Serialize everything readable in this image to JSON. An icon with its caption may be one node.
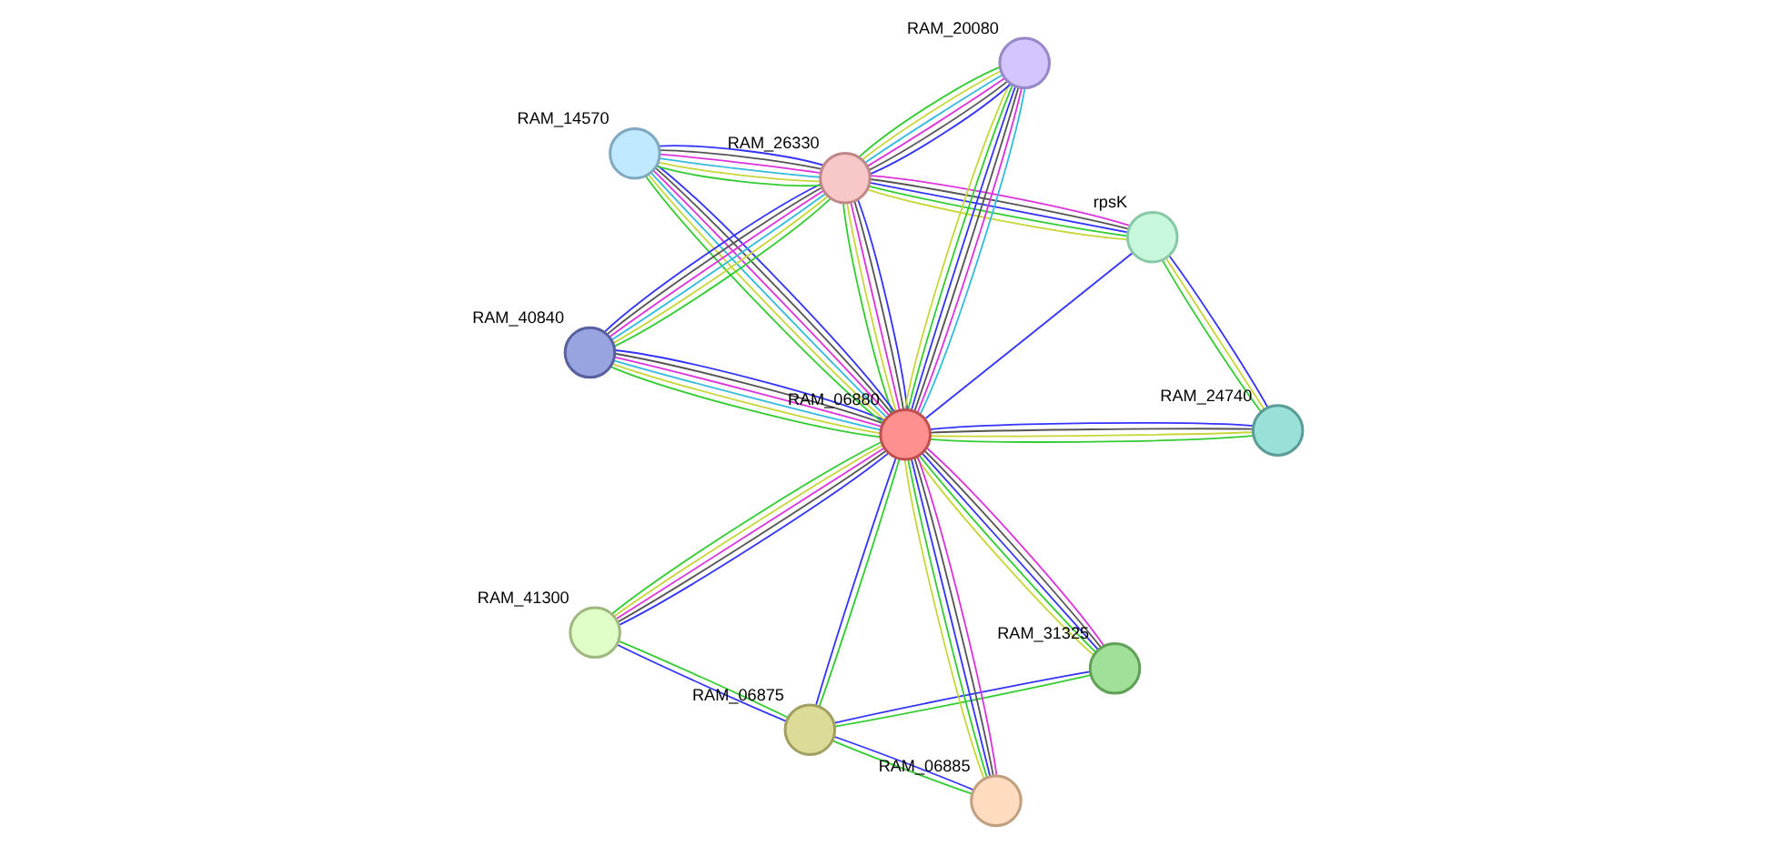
{
  "diagram": {
    "nodes": [
      {
        "text": [],
        "shape": "circle",
        "beside": [
          "RAM_24740"
        ]
      },
      {
        "text": [],
        "shape": "circle",
        "beside": [
          "RAM_41300"
        ]
      },
      {
        "text": [],
        "shape": "circle",
        "beside": [
          "rpsK"
        ]
      },
      {
        "text": [],
        "shape": "circle",
        "beside": [
          "RAM_06875"
        ]
      },
      {
        "text": [],
        "shape": "circle",
        "beside": [
          "RAM_40840"
        ]
      },
      {
        "text": [],
        "shape": "circle",
        "beside": [
          "RAM_06880"
        ]
      },
      {
        "text": [],
        "shape": "circle",
        "beside": [
          "RAM_31325"
        ]
      },
      {
        "text": [],
        "shape": "circle",
        "beside": [
          "RAM_26330"
        ]
      },
      {
        "text": [],
        "shape": "circle",
        "beside": [
          "RAM_06885"
        ]
      },
      {
        "text": [],
        "shape": "circle",
        "beside": [
          "RAM_14570"
        ]
      },
      {
        "text": [],
        "shape": "circle",
        "beside": [
          "RAM_20080"
        ]
      }
    ],
    "edges": [
      {
        "from": 0,
        "to": 5,
        "arrow": "none",
        "color": "#33cc33"
      },
      {
        "from": 0,
        "to": 5,
        "arrow": "none"
      },
      {
        "from": 0,
        "to": 5,
        "arrow": "none",
        "color": "#555555"
      },
      {
        "from": 0,
        "to": 5,
        "arrow": "none",
        "color": "#c8d63a"
      },
      {
        "from": 0,
        "to": 2,
        "arrow": "none",
        "color": "#33cc33"
      },
      {
        "from": 0,
        "to": 2,
        "arrow": "none"
      },
      {
        "from": 0,
        "to": 2,
        "arrow": "none",
        "color": "#c8d63a"
      },
      {
        "from": 1,
        "to": 5,
        "arrow": "none",
        "color": "#33cc33"
      },
      {
        "from": 1,
        "to": 5,
        "arrow": "none"
      },
      {
        "from": 1,
        "to": 5,
        "arrow": "none",
        "color": "#555555"
      },
      {
        "from": 1,
        "to": 5,
        "arrow": "none",
        "color": "#dd33dd"
      },
      {
        "from": 1,
        "to": 5,
        "arrow": "none",
        "color": "#c8d63a"
      },
      {
        "from": 1,
        "to": 3,
        "arrow": "none",
        "color": "#33cc33"
      },
      {
        "from": 1,
        "to": 3,
        "arrow": "none"
      },
      {
        "from": 2,
        "to": 5,
        "arrow": "none"
      },
      {
        "from": 2,
        "to": 7,
        "arrow": "none",
        "color": "#c8d63a"
      },
      {
        "from": 2,
        "to": 7,
        "arrow": "none",
        "color": "#dd33dd"
      },
      {
        "from": 2,
        "to": 7,
        "arrow": "none",
        "color": "#555555"
      },
      {
        "from": 2,
        "to": 7,
        "arrow": "none"
      },
      {
        "from": 2,
        "to": 7,
        "arrow": "none",
        "color": "#33cc33"
      },
      {
        "from": 3,
        "to": 6,
        "arrow": "none"
      },
      {
        "from": 3,
        "to": 6,
        "arrow": "none",
        "color": "#33cc33"
      },
      {
        "from": 3,
        "to": 5,
        "arrow": "none"
      },
      {
        "from": 3,
        "to": 5,
        "arrow": "none",
        "color": "#33cc33"
      },
      {
        "from": 3,
        "to": 8,
        "arrow": "none"
      },
      {
        "from": 3,
        "to": 8,
        "arrow": "none",
        "color": "#33cc33"
      },
      {
        "from": 5,
        "to": 4,
        "arrow": "none",
        "color": "#33cc33"
      },
      {
        "from": 5,
        "to": 4,
        "arrow": "none"
      },
      {
        "from": 5,
        "to": 4,
        "arrow": "none",
        "color": "#555555"
      },
      {
        "from": 5,
        "to": 4,
        "arrow": "none",
        "color": "#dd33dd"
      },
      {
        "from": 5,
        "to": 4,
        "arrow": "none",
        "color": "#33bbdd"
      },
      {
        "from": 5,
        "to": 4,
        "arrow": "none",
        "color": "#c8d63a"
      },
      {
        "from": 6,
        "to": 5,
        "arrow": "none",
        "color": "#c8d63a"
      },
      {
        "from": 6,
        "to": 5,
        "arrow": "none",
        "color": "#dd33dd"
      },
      {
        "from": 6,
        "to": 5,
        "arrow": "none",
        "color": "#555555"
      },
      {
        "from": 6,
        "to": 5,
        "arrow": "none"
      },
      {
        "from": 6,
        "to": 5,
        "arrow": "none",
        "color": "#33cc33"
      },
      {
        "from": 5,
        "to": 7,
        "arrow": "none",
        "color": "#33cc33"
      },
      {
        "from": 5,
        "to": 7,
        "arrow": "none"
      },
      {
        "from": 5,
        "to": 7,
        "arrow": "none",
        "color": "#555555"
      },
      {
        "from": 5,
        "to": 7,
        "arrow": "none",
        "color": "#dd33dd"
      },
      {
        "from": 5,
        "to": 7,
        "arrow": "none",
        "color": "#c8d63a"
      },
      {
        "from": 8,
        "to": 5,
        "arrow": "none",
        "color": "#c8d63a"
      },
      {
        "from": 8,
        "to": 5,
        "arrow": "none",
        "color": "#dd33dd"
      },
      {
        "from": 8,
        "to": 5,
        "arrow": "none",
        "color": "#555555"
      },
      {
        "from": 8,
        "to": 5,
        "arrow": "none"
      },
      {
        "from": 8,
        "to": 5,
        "arrow": "none",
        "color": "#33cc33"
      },
      {
        "from": 5,
        "to": 9,
        "arrow": "none",
        "color": "#33cc33"
      },
      {
        "from": 5,
        "to": 9,
        "arrow": "none"
      },
      {
        "from": 5,
        "to": 9,
        "arrow": "none",
        "color": "#555555"
      },
      {
        "from": 5,
        "to": 9,
        "arrow": "none",
        "color": "#dd33dd"
      },
      {
        "from": 5,
        "to": 9,
        "arrow": "none",
        "color": "#33bbdd"
      },
      {
        "from": 5,
        "to": 9,
        "arrow": "none",
        "color": "#c8d63a"
      },
      {
        "from": 5,
        "to": 10,
        "arrow": "none",
        "color": "#c8d63a"
      },
      {
        "from": 5,
        "to": 10,
        "arrow": "none",
        "color": "#33bbdd"
      },
      {
        "from": 5,
        "to": 10,
        "arrow": "none",
        "color": "#dd33dd"
      },
      {
        "from": 5,
        "to": 10,
        "arrow": "none",
        "color": "#555555"
      },
      {
        "from": 5,
        "to": 10,
        "arrow": "none"
      },
      {
        "from": 5,
        "to": 10,
        "arrow": "none",
        "color": "#33cc33"
      },
      {
        "from": 7,
        "to": 4,
        "arrow": "none",
        "color": "#33cc33"
      },
      {
        "from": 7,
        "to": 4,
        "arrow": "none"
      },
      {
        "from": 7,
        "to": 4,
        "arrow": "none",
        "color": "#555555"
      },
      {
        "from": 7,
        "to": 4,
        "arrow": "none",
        "color": "#dd33dd"
      },
      {
        "from": 7,
        "to": 4,
        "arrow": "none",
        "color": "#33bbdd"
      },
      {
        "from": 7,
        "to": 4,
        "arrow": "none",
        "color": "#c8d63a"
      },
      {
        "from": 7,
        "to": 9,
        "arrow": "none",
        "color": "#33cc33"
      },
      {
        "from": 7,
        "to": 9,
        "arrow": "none"
      },
      {
        "from": 7,
        "to": 9,
        "arrow": "none",
        "color": "#555555"
      },
      {
        "from": 7,
        "to": 9,
        "arrow": "none",
        "color": "#dd33dd"
      },
      {
        "from": 7,
        "to": 9,
        "arrow": "none",
        "color": "#33bbdd"
      },
      {
        "from": 7,
        "to": 9,
        "arrow": "none",
        "color": "#c8d63a"
      },
      {
        "from": 7,
        "to": 10,
        "arrow": "none",
        "color": "#33cc33"
      },
      {
        "from": 7,
        "to": 10,
        "arrow": "none"
      },
      {
        "from": 7,
        "to": 10,
        "arrow": "none",
        "color": "#555555"
      },
      {
        "from": 7,
        "to": 10,
        "arrow": "none",
        "color": "#dd33dd"
      },
      {
        "from": 7,
        "to": 10,
        "arrow": "none",
        "color": "#33bbdd"
      },
      {
        "from": 7,
        "to": 10,
        "arrow": "none",
        "color": "#c8d63a"
      }
    ]
  }
}
